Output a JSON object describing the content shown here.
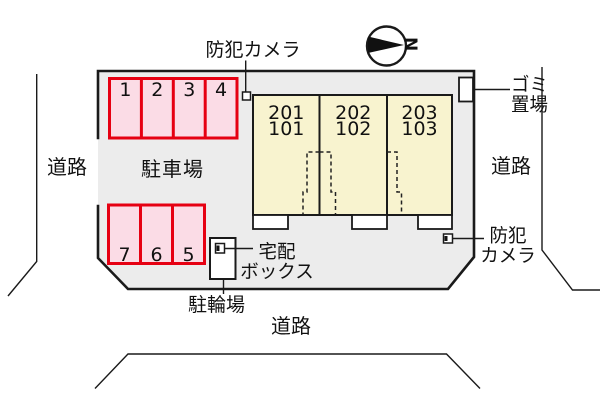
{
  "diagram": {
    "type": "apartment-site-plan",
    "north_letter": "N"
  },
  "labels": {
    "security_camera_top": "防犯カメラ",
    "garbage_line1": "ゴミ",
    "garbage_line2": "置場",
    "road_left": "道路",
    "road_right": "道路",
    "road_bottom": "道路",
    "parking_lot": "駐車場",
    "security_camera_right_line1": "防犯",
    "security_camera_right_line2": "カメラ",
    "delivery_box_line1": "宅配",
    "delivery_box_line2": "ボックス",
    "bicycle_parking": "駐輪場"
  },
  "parking": {
    "top_row_stalls": [
      "1",
      "2",
      "3",
      "4"
    ],
    "bottom_row_stalls": [
      "7",
      "6",
      "5"
    ]
  },
  "building": {
    "units": [
      {
        "upper": "201",
        "lower": "101"
      },
      {
        "upper": "202",
        "lower": "102"
      },
      {
        "upper": "203",
        "lower": "103"
      }
    ]
  },
  "colors": {
    "lot_fill": "#ececec",
    "building_fill": "#f8f3cf",
    "stall_fill": "#fbdce6",
    "stall_border": "#e60012",
    "line": "#1a1a1a"
  }
}
